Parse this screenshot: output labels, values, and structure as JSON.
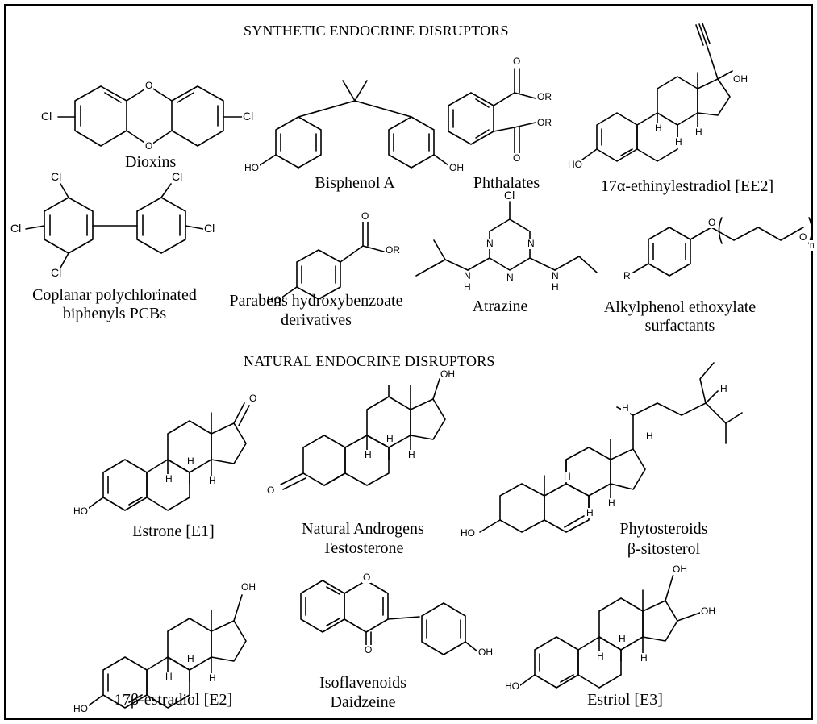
{
  "headings": {
    "synthetic": "SYNTHETIC ENDOCRINE DISRUPTORS",
    "natural": "NATURAL ENDOCRINE DISRUPTORS"
  },
  "labels": {
    "dioxins": "Dioxins",
    "bisphenol": "Bisphenol A",
    "phthalates": "Phthalates",
    "ee2": "17α-ethinylestradiol [EE2]",
    "pcb_1": "Coplanar polychlorinated",
    "pcb_2": "biphenyls PCBs",
    "parabens_1": "Parabens hydroxybenzoate",
    "parabens_2": "derivatives",
    "atrazine": "Atrazine",
    "alkyl_1": "Alkylphenol ethoxylate",
    "alkyl_2": "surfactants",
    "estrone": "Estrone [E1]",
    "androgen_1": "Natural Androgens",
    "androgen_2": "Testosterone",
    "phyto_1": "Phytosteroids",
    "phyto_2": "β-sitosterol",
    "estradiol": "17β-estradiol [E2]",
    "iso_1": "Isoflavenoids",
    "iso_2": "Daidzeine",
    "estriol": "Estriol [E3]"
  },
  "atoms": {
    "o": "O",
    "cl": "Cl",
    "oh": "OH",
    "ho": "HO",
    "or": "OR",
    "n": "N",
    "h": "H",
    "r": "R",
    "n_sub": "n"
  }
}
